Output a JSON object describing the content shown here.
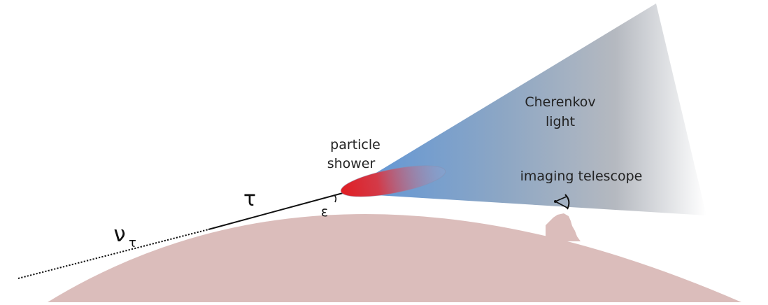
{
  "labels": {
    "cherenkov_line1": "Cherenkov",
    "cherenkov_line2": "light",
    "shower_line1": "particle",
    "shower_line2": "shower",
    "telescope": "imaging telescope",
    "tau": "τ",
    "nu": "ν",
    "nu_sub": "τ",
    "epsilon": "ε"
  },
  "colors": {
    "earth": "#dbbdbb",
    "cone_start": "#5d95d6",
    "cone_end": "#ffffff",
    "shower_core": "#e0222a",
    "shower_tail": "#9aa3c9",
    "track": "#111111"
  }
}
